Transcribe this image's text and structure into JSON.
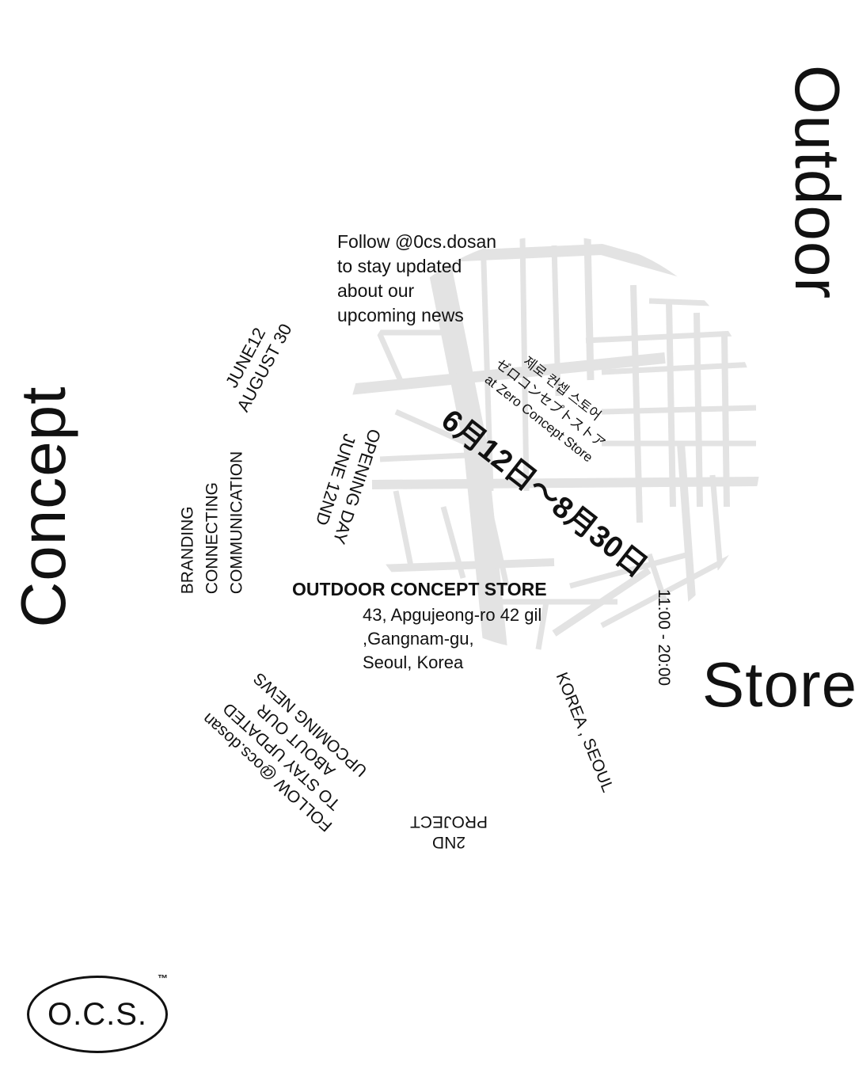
{
  "title": {
    "outdoor": "Outdoor",
    "concept": "Concept",
    "store": "Store"
  },
  "follow": [
    "Follow @0cs.dosan",
    "to stay updated",
    "about our",
    "upcoming news"
  ],
  "dates": [
    "JUNE12",
    "AUGUST 30"
  ],
  "branding": [
    "BRANDING",
    "CONNECTING",
    "COMMUNICATION"
  ],
  "opening": [
    "OPENING DAY",
    "JUNE 12ND"
  ],
  "store_names": [
    "제로 컨셉 스토어",
    "ゼロコンセプトストア",
    "at Zero Concept Store"
  ],
  "date_range_jp": "6月12日〜8月30日",
  "store_name": "OUTDOOR CONCEPT STORE",
  "address": [
    "43, Apgujeong-ro 42 gil",
    ",Gangnam-gu,",
    "Seoul, Korea"
  ],
  "hours": "11:00 - 20:00",
  "location": "KOREA , SEOUL",
  "project": [
    "2ND",
    "PROJECT"
  ],
  "follow_upper": [
    "FOLLOW @ocs.dosan",
    "TO STAY UPDATED",
    "ABOUT OUR",
    "UPCOMING NEWS"
  ],
  "logo": {
    "text": "O.C.S.",
    "mark": "™"
  },
  "colors": {
    "text": "#111111",
    "map_streets": "#e3e3e3",
    "background": "#ffffff"
  }
}
